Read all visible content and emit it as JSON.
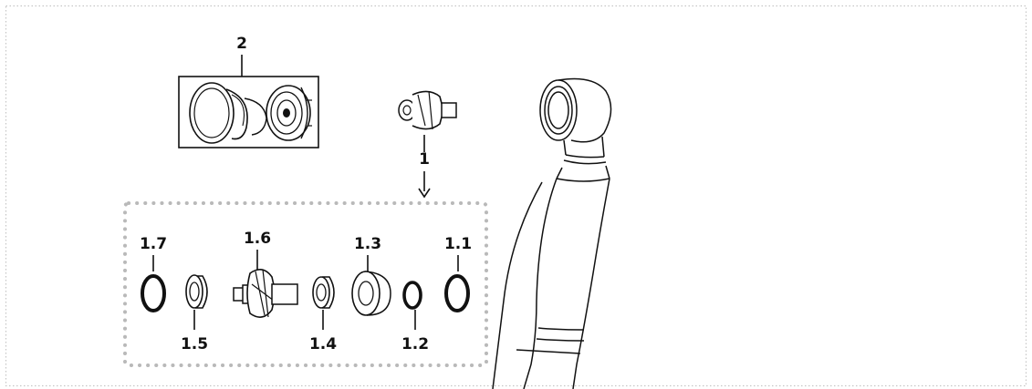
{
  "labels": {
    "kit": "2",
    "rotor": "1",
    "p1_1": "1.1",
    "p1_2": "1.2",
    "p1_3": "1.3",
    "p1_4": "1.4",
    "p1_5": "1.5",
    "p1_6": "1.6",
    "p1_7": "1.7"
  },
  "colors": {
    "line": "#111111",
    "frame_dots": "#b9b9b9",
    "outer_border": "#c6c6c6"
  },
  "icons": {
    "kit_box": "repair-kit-parts",
    "rotor": "turbine-rotor",
    "arrow": "down-arrow-icon",
    "handpiece": "dental-handpiece-head"
  }
}
